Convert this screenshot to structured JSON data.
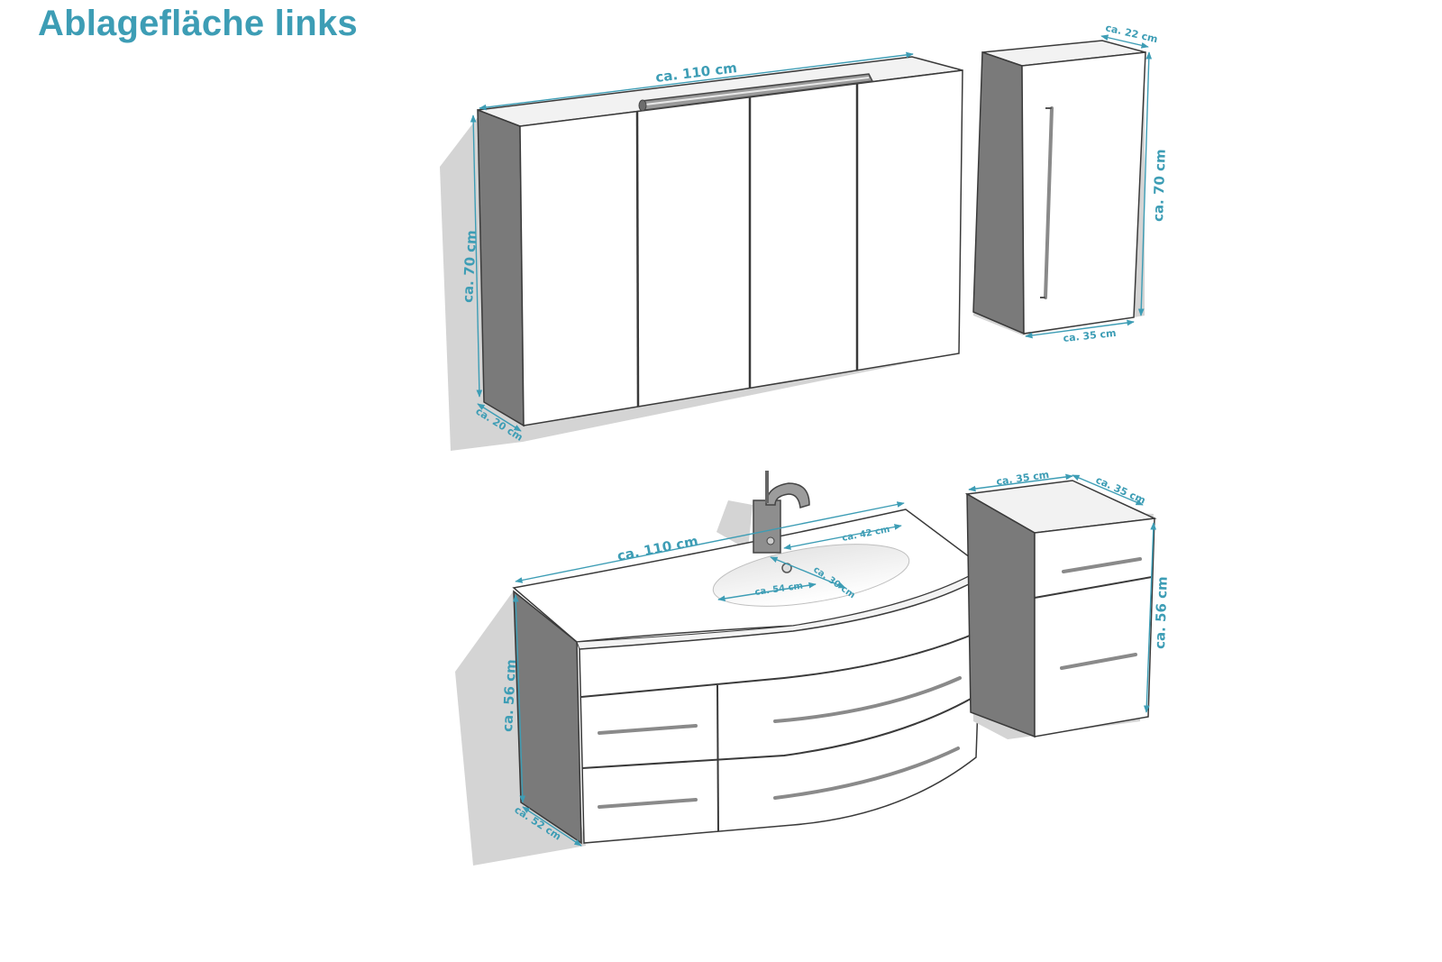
{
  "title": "Ablagefläche links",
  "colors": {
    "accent": "#3d9db5",
    "side_panel": "#7a7a7a",
    "shadow": "#d4d4d4",
    "outline": "#3a3a3a",
    "front": "#ffffff"
  },
  "dimensions": {
    "mirror_width": "ca. 110 cm",
    "mirror_height": "ca. 70 cm",
    "mirror_depth": "ca. 20 cm",
    "hanging_depth": "ca. 22 cm",
    "hanging_height": "ca. 70 cm",
    "hanging_width": "ca. 35 cm",
    "vanity_width": "ca. 110 cm",
    "vanity_height": "ca. 56 cm",
    "vanity_depth": "ca. 52 cm",
    "basin_width": "ca. 54 cm",
    "basin_depth": "ca. 30 cm",
    "basin_offset": "ca. 42 cm",
    "base_width": "ca. 35 cm",
    "base_depth": "ca. 35 cm",
    "base_height": "ca. 56 cm"
  }
}
